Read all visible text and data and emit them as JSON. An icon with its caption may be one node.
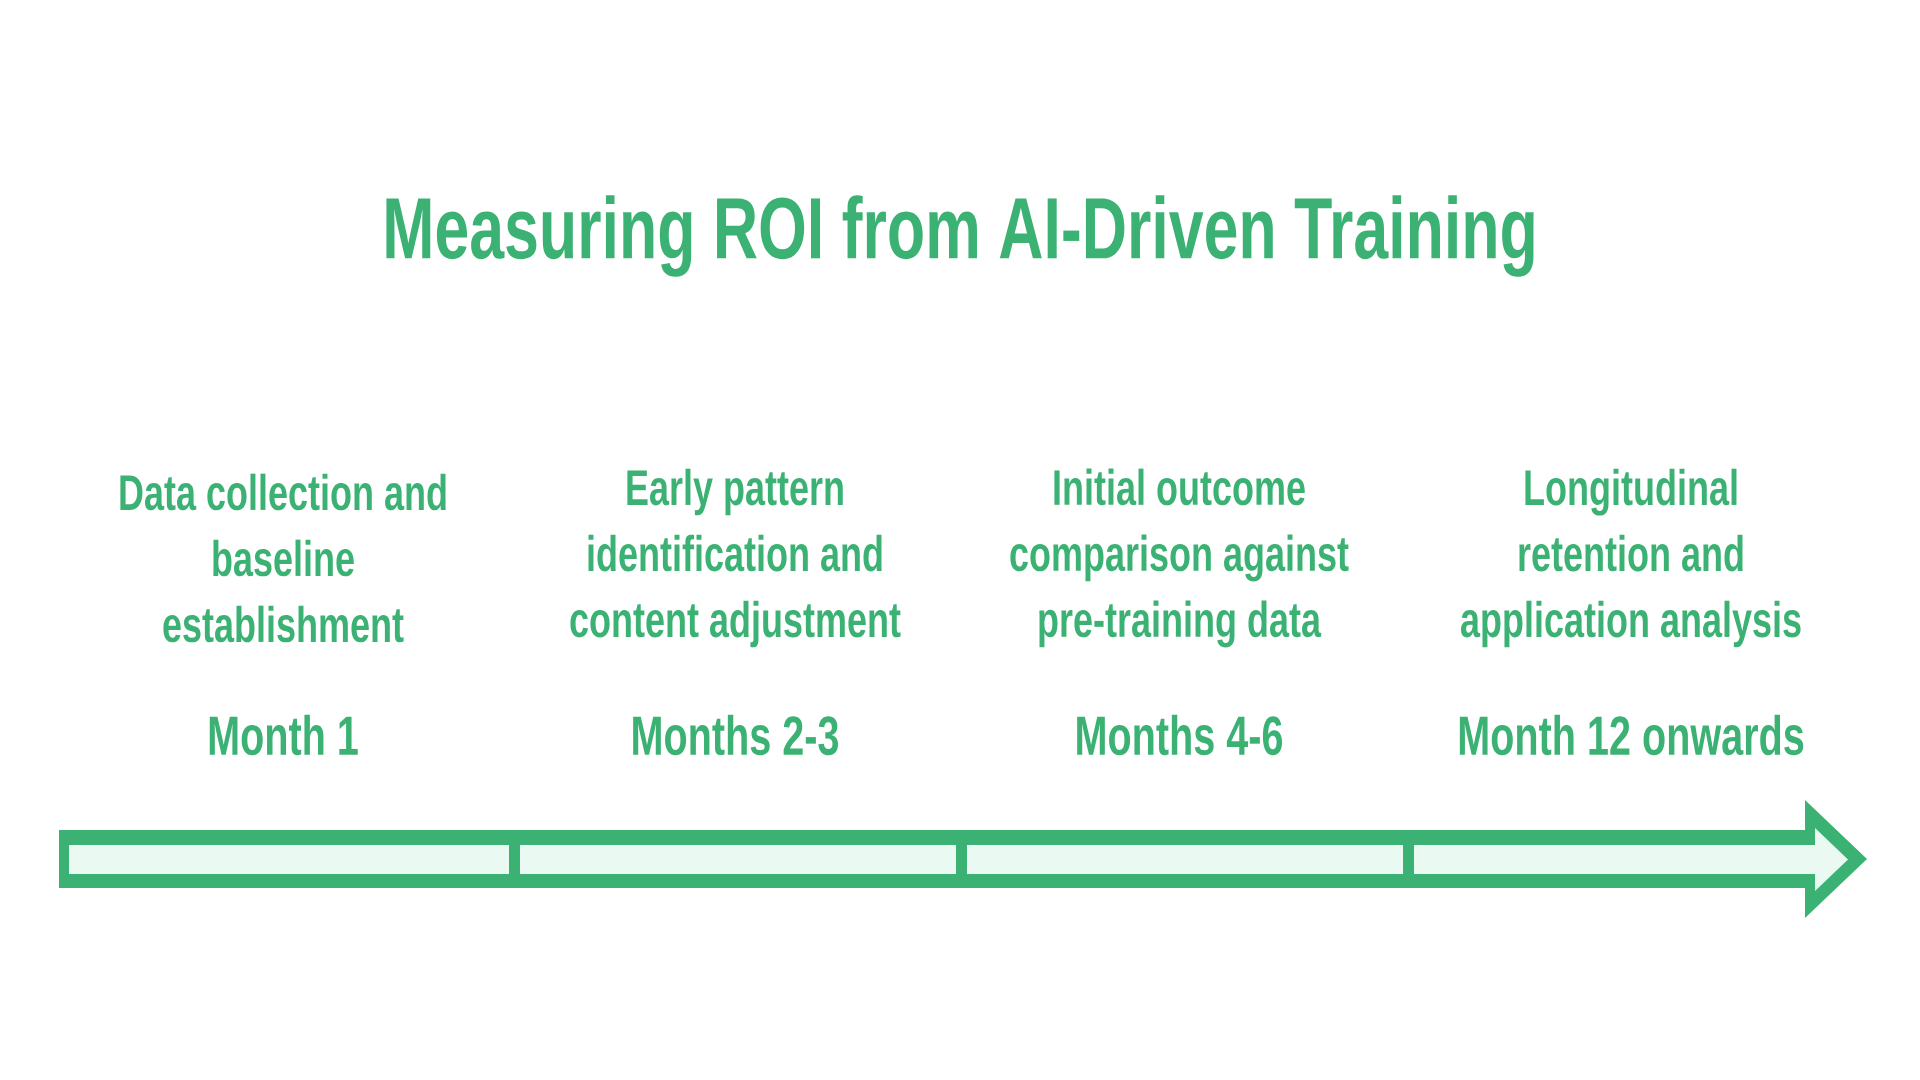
{
  "diagram": {
    "title": "Measuring ROI from AI-Driven Training",
    "nodes": [
      {
        "text": [],
        "shape": "bar",
        "beside": [
          "Data collection and baseline establishment",
          "Month 1"
        ]
      },
      {
        "text": [],
        "shape": "bar",
        "beside": [
          "Early pattern identification and content adjustment",
          "Months 2-3"
        ]
      },
      {
        "text": [],
        "shape": "bar",
        "beside": [
          "Initial outcome comparison against pre-training data",
          "Months 4-6"
        ]
      },
      {
        "text": [],
        "shape": "bar",
        "beside": [
          "Longitudinal retention and application analysis",
          "Month 12 onwards"
        ]
      }
    ]
  }
}
